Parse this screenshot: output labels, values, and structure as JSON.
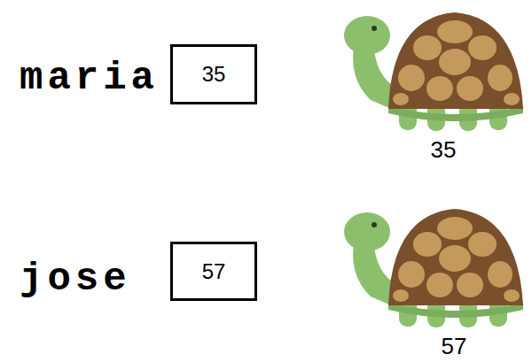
{
  "diagram": {
    "nodes": [
      {
        "text": [
          "35"
        ]
      },
      {
        "text": [
          "57"
        ]
      }
    ],
    "labels": [
      "maria",
      "35",
      "jose",
      "57"
    ]
  }
}
